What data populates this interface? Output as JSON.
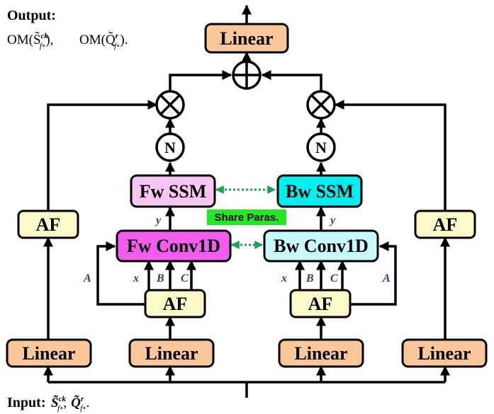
{
  "output": {
    "label": "Output:",
    "expr_1": "OM(S̃",
    "expr_1_sup": "ck",
    "expr_1_sub": "f∘",
    "expr_1_end": "),",
    "expr_2": "OM(Q̃",
    "expr_2_sup": "r",
    "expr_2_sub": "f∘",
    "expr_2_end": ")."
  },
  "input": {
    "label": "Input:",
    "expr_1": "S̃",
    "expr_1_sup": "ck",
    "expr_1_sub": "f∘",
    "sep": ",",
    "expr_2": "Q̃",
    "expr_2_sup": "r",
    "expr_2_sub": "f∘",
    "end": "."
  },
  "blocks": {
    "top_linear": "Linear",
    "fw_ssm": "Fw SSM",
    "bw_ssm": "Bw SSM",
    "fw_conv": "Fw Conv1D",
    "bw_conv": "Bw Conv1D",
    "af_left": "AF",
    "af_right": "AF",
    "af_fw": "AF",
    "af_bw": "AF",
    "linear_1": "Linear",
    "linear_2": "Linear",
    "linear_3": "Linear",
    "linear_4": "Linear"
  },
  "norm_left": "N",
  "norm_right": "N",
  "share_paras": "Share Paras.",
  "labels": {
    "y_fw": "y",
    "y_bw": "y",
    "a_fw": "A",
    "x_fw": "x",
    "b_fw": "B",
    "c_fw": "C",
    "x_bw": "x",
    "b_bw": "B",
    "c_bw": "C",
    "a_bw": "A"
  },
  "colors": {
    "linear_fill": "#f9c79a",
    "af_fill": "#fdf8c8",
    "fw_ssm_fill": "#f8c6f2",
    "bw_ssm_fill": "#00f0f0",
    "fw_conv_fill": "#f45cf0",
    "bw_conv_fill": "#c8fafa",
    "share_fill": "#23e823",
    "dotted_arrow": "#1aa64a",
    "small_label": "#2c3e73"
  }
}
